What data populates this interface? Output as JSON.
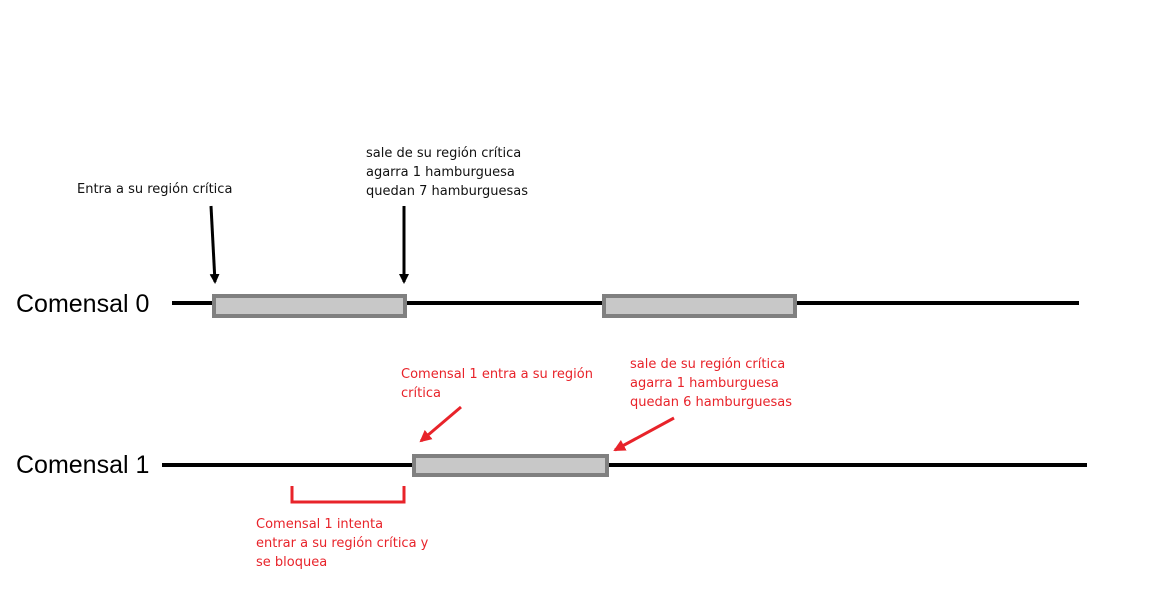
{
  "lanes": {
    "comensal0": "Comensal 0",
    "comensal1": "Comensal 1"
  },
  "annotations": {
    "enter0": [
      "Entra a su región crítica"
    ],
    "exit0": [
      "sale de su región crítica",
      "agarra 1 hamburguesa",
      "quedan 7 hamburguesas"
    ],
    "enter1": [
      "Comensal 1 entra a su región",
      "crítica"
    ],
    "exit1": [
      "sale de su región crítica",
      "agarra 1 hamburguesa",
      "quedan 6 hamburguesas"
    ],
    "blocked1": [
      "Comensal 1 intenta",
      "entrar a su región crítica y",
      "se bloquea"
    ]
  },
  "colors": {
    "timeline": "#000000",
    "block_fill": "#c8c8c8",
    "block_border": "#808080",
    "black_text": "#111111",
    "red_annotation": "#e8232a"
  }
}
